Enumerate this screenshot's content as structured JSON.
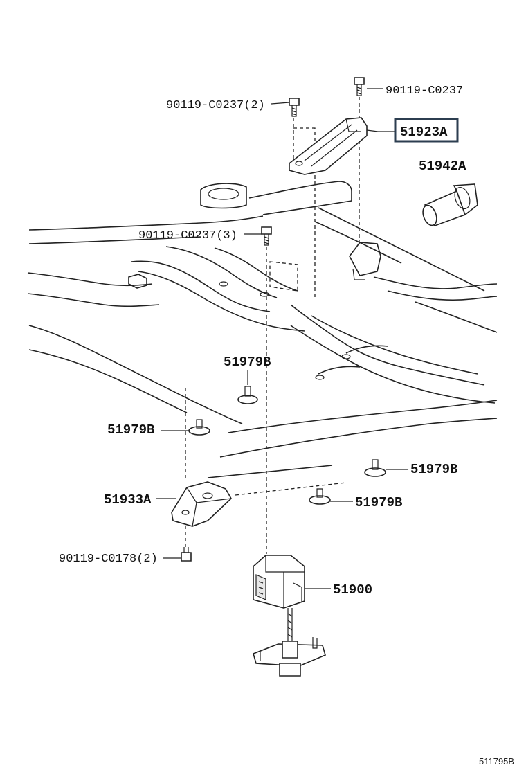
{
  "labels": {
    "p90119_c0237_2": "90119-C0237(2)",
    "p90119_c0237_top": "90119-C0237",
    "p51923a": "51923A",
    "p51942a": "51942A",
    "p90119_c0237_3": "90119-C0237(3)",
    "p51979b_center": "51979B",
    "p51979b_left": "51979B",
    "p51979b_right_upper": "51979B",
    "p51979b_right_lower": "51979B",
    "p51933a": "51933A",
    "p90119_c0178_2": "90119-C0178(2)",
    "p51900": "51900"
  },
  "figure_code": "511795B",
  "colors": {
    "line": "#222222",
    "highlight_box": "#2c3e50",
    "background": "#ffffff"
  }
}
